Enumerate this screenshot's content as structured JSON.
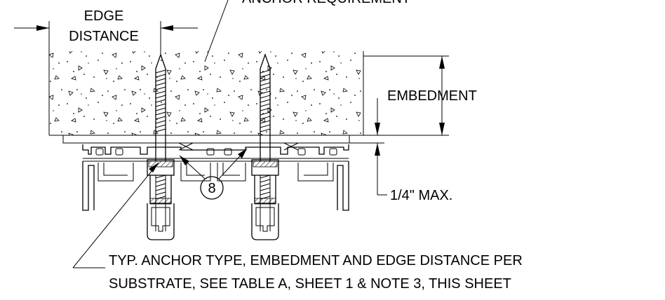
{
  "labels": {
    "edge_distance_line1": "EDGE",
    "edge_distance_line2": "DISTANCE",
    "anchor_requirement_top": "ANCHOR REQUIREMENT",
    "embedment": "EMBEDMENT",
    "max_gap": "1/4\" MAX.",
    "callout_number": "8",
    "note_line1": "TYP. ANCHOR TYPE, EMBEDMENT AND EDGE DISTANCE PER",
    "note_line2": "SUBSTRATE, SEE TABLE A, SHEET 1 & NOTE 3, THIS SHEET"
  }
}
